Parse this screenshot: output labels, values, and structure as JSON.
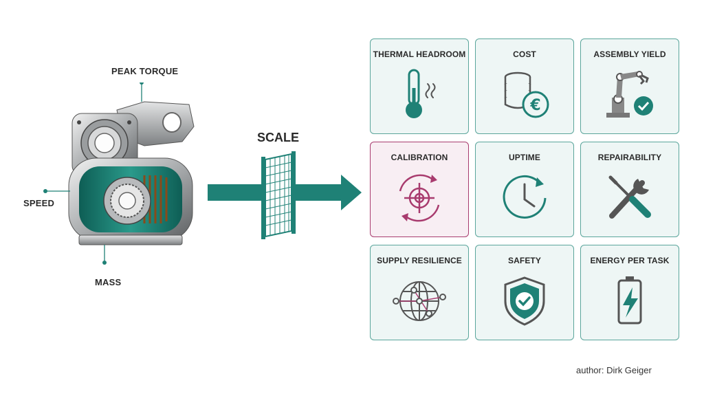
{
  "callouts": {
    "peak_torque": "PEAK TORQUE",
    "speed": "SPEED",
    "mass": "MASS"
  },
  "center": {
    "label": "SCALE"
  },
  "tiles": [
    {
      "title": "THERMAL HEADROOM",
      "icon": "thermometer-icon"
    },
    {
      "title": "COST",
      "icon": "coins-euro-icon"
    },
    {
      "title": "ASSEMBLY YIELD",
      "icon": "robot-arm-check-icon"
    },
    {
      "title": "CALIBRATION",
      "icon": "target-cycle-icon"
    },
    {
      "title": "UPTIME",
      "icon": "clock-cycle-icon"
    },
    {
      "title": "REPAIRABILITY",
      "icon": "wrench-screwdriver-icon"
    },
    {
      "title": "SUPPLY RESILIENCE",
      "icon": "globe-network-icon"
    },
    {
      "title": "SAFETY",
      "icon": "shield-check-icon"
    },
    {
      "title": "ENERGY PER TASK",
      "icon": "battery-bolt-icon"
    }
  ],
  "colors": {
    "teal": "#1f8176",
    "magenta": "#a83b6e",
    "tile_border": "#5aa59b",
    "tile_bg": "#eef6f5"
  },
  "author": "author: Dirk Geiger"
}
